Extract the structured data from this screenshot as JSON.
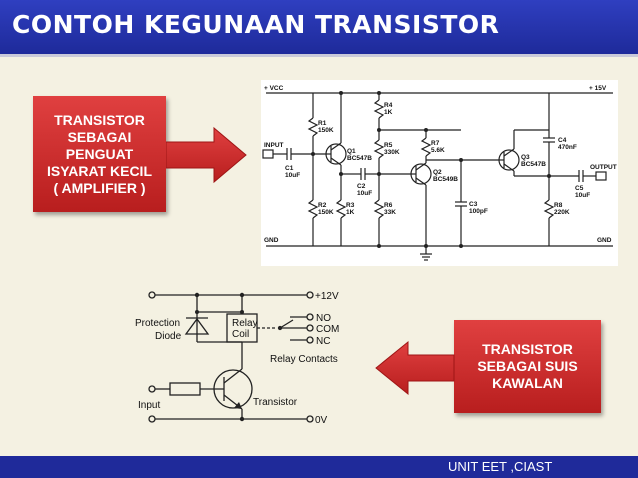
{
  "title": "CONTOH KEGUNAAN TRANSISTOR",
  "footer": "UNIT EET ,CIAST",
  "box_amplifier": "TRANSISTOR\nSEBAGAI PENGUAT\nISYARAT KECIL\n( AMPLIFIER )",
  "box_switch": "TRANSISTOR\nSEBAGAI SUIS\nKAWALAN",
  "amp": {
    "vcc": "+ VCC",
    "v15": "+ 15V",
    "gnd_left": "GND",
    "gnd_right": "GND",
    "input": "INPUT",
    "output": "OUTPUT",
    "r1": "R1",
    "r1v": "150K",
    "r2": "R2",
    "r2v": "150K",
    "r3": "R3",
    "r3v": "1K",
    "r4": "R4",
    "r4v": "1K",
    "r5": "R5",
    "r5v": "330K",
    "r6": "R6",
    "r6v": "33K",
    "r7": "R7",
    "r7v": "5.6K",
    "r8": "R8",
    "r8v": "220K",
    "c1": "C1",
    "c1v": "10uF",
    "c2": "C2",
    "c2v": "10uF",
    "c3": "C3",
    "c3v": "100pF",
    "c4": "C4",
    "c4v": "470nF",
    "c5": "C5",
    "c5v": "10uF",
    "q1": "Q1",
    "q1v": "BC547B",
    "q2": "Q2",
    "q2v": "BC549B",
    "q3": "Q3",
    "q3v": "BC547B"
  },
  "relay": {
    "v12": "+12V",
    "no": "NO",
    "com": "COM",
    "nc": "NC",
    "protection": "Protection",
    "diode": "Diode",
    "relay": "Relay",
    "coil": "Coil",
    "contacts": "Relay Contacts",
    "input": "Input",
    "transistor": "Transistor",
    "v0": "0V"
  }
}
